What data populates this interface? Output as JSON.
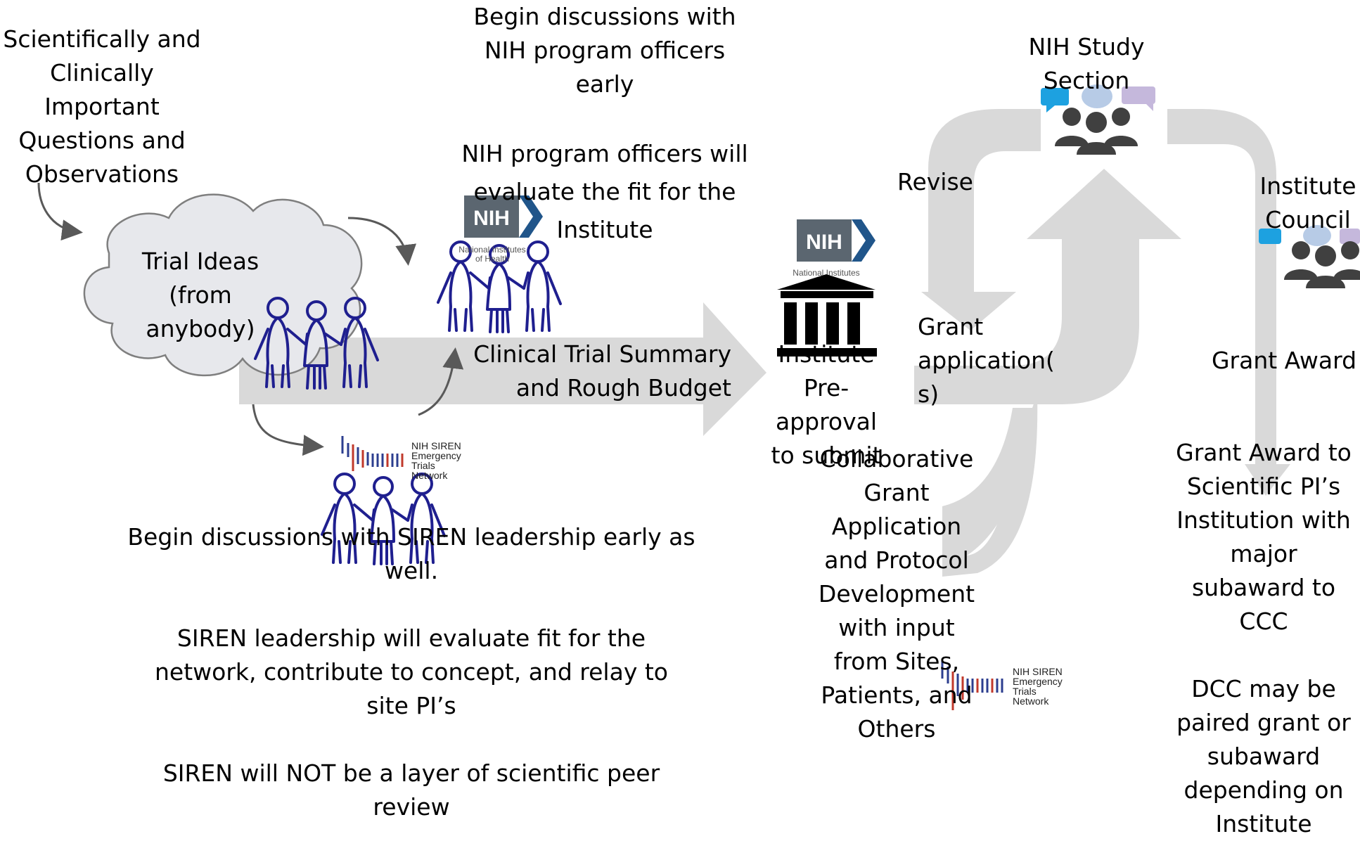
{
  "texts": {
    "questions": "Scientifically and\nClinically\nImportant\nQuestions and\nObservations",
    "trial_ideas": "Trial Ideas\n(from\nanybody)",
    "nih_discuss": "Begin discussions with\nNIH program officers\nearly",
    "nih_evaluate": "NIH program officers will\nevaluate the fit for the\nInstitute",
    "summary": "Clinical Trial Summary\nand Rough Budget",
    "institute_preapproval": "Institute\nPre-\napproval\nto submit",
    "revise": "Revise",
    "study_section": "NIH Study\nSection",
    "grant_application": "Grant\napplication(\ns)",
    "institute_council": "Institute\nCouncil",
    "grant_award": "Grant Award",
    "collaborative": "Collaborative\nGrant\nApplication\nand Protocol\nDevelopment\nwith input\nfrom Sites,\nPatients, and\nOthers",
    "award_to_pi": "Grant Award to\nScientific PI’s\nInstitution with\nmajor\nsubaward to\nCCC\n\nDCC may be\npaired grant or\nsubaward\ndepending on\nInstitute",
    "siren_discuss": "Begin discussions with SIREN leadership early as\nwell.\n\nSIREN leadership will evaluate fit for the\nnetwork, contribute to concept, and relay to\nsite PI’s\n\nSIREN will NOT be a layer of scientific peer\nreview"
  },
  "logos": {
    "nih": "NIH",
    "nih_full": "National Institutes\nof Health",
    "siren": "NIH SIREN\nEmergency\nTrials\nNetwork"
  },
  "icons": {
    "people": "people-holding-hands-icon",
    "group": "group-discussion-icon",
    "building": "government-building-icon"
  },
  "colors": {
    "arrow_gray": "#d9d9d9",
    "cloud_fill": "#e7e8ec",
    "cloud_stroke": "#7f7f7f",
    "people_blue": "#1f1f8f",
    "nih_gray": "#5b6670",
    "nih_blue": "#20558a",
    "siren_red": "#c0392b",
    "siren_blue": "#2c3e8f",
    "bubble_blue": "#1da1e0",
    "bubble_light": "#b7cbe6",
    "bubble_purple": "#c5b8dc",
    "icon_dark": "#404040"
  }
}
